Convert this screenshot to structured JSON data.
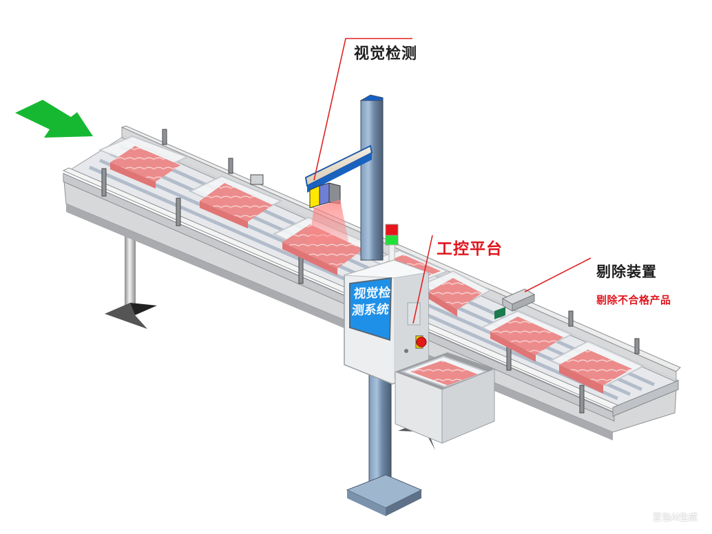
{
  "diagram": {
    "title": "Vision inspection conveyor line",
    "labels": {
      "vision_inspection": "视觉检测",
      "industrial_control_platform": "工控平台",
      "rejection_device": "剔除装置",
      "rejection_device_note": "剔除不合格产品"
    },
    "control_cabinet_screen": {
      "line1": "视觉检",
      "line2": "测系统"
    },
    "flow_direction": "arrow-right-down",
    "components": [
      "input-arrow",
      "conveyor-belt",
      "meat-tray",
      "camera",
      "gantry-column",
      "tower-light",
      "control-cabinet",
      "emergency-stop-button",
      "reject-bin",
      "reject-pusher"
    ],
    "tower_light_colors": {
      "top": "#e8141c",
      "bottom": "#22e03a"
    },
    "arrow_color": "#16b832",
    "callout_line_color": "#e02020",
    "watermark": "豆包AI生成"
  }
}
